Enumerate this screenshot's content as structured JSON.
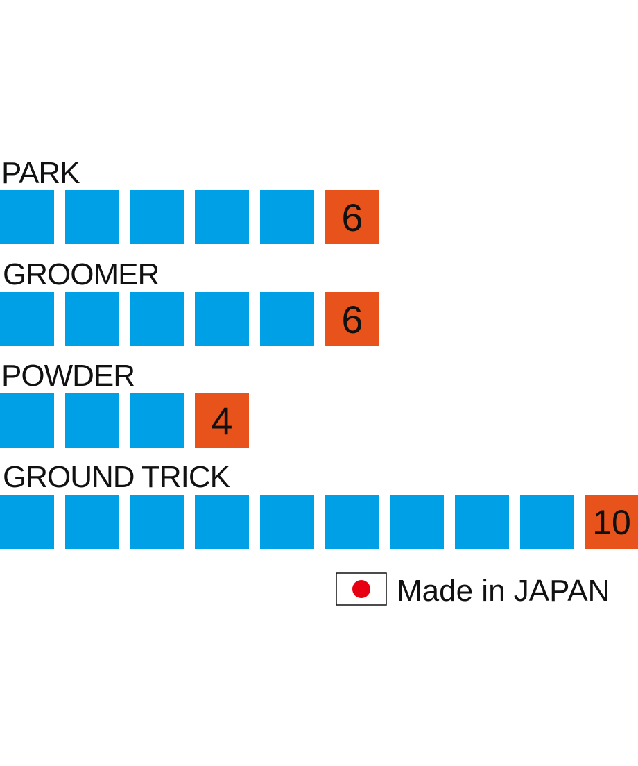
{
  "chart_data": {
    "type": "bar",
    "scale_max": 10,
    "categories": [
      "PARK",
      "GROOMER",
      "POWDER",
      "GROUND TRICK"
    ],
    "values": [
      6,
      6,
      4,
      10
    ]
  },
  "footer": {
    "made_in_label": "Made in JAPAN",
    "flag_icon": "japan-flag-icon"
  },
  "colors": {
    "block_fill": "#00A0E6",
    "score_fill": "#E8531C",
    "text": "#111111",
    "flag_red": "#E60012"
  }
}
